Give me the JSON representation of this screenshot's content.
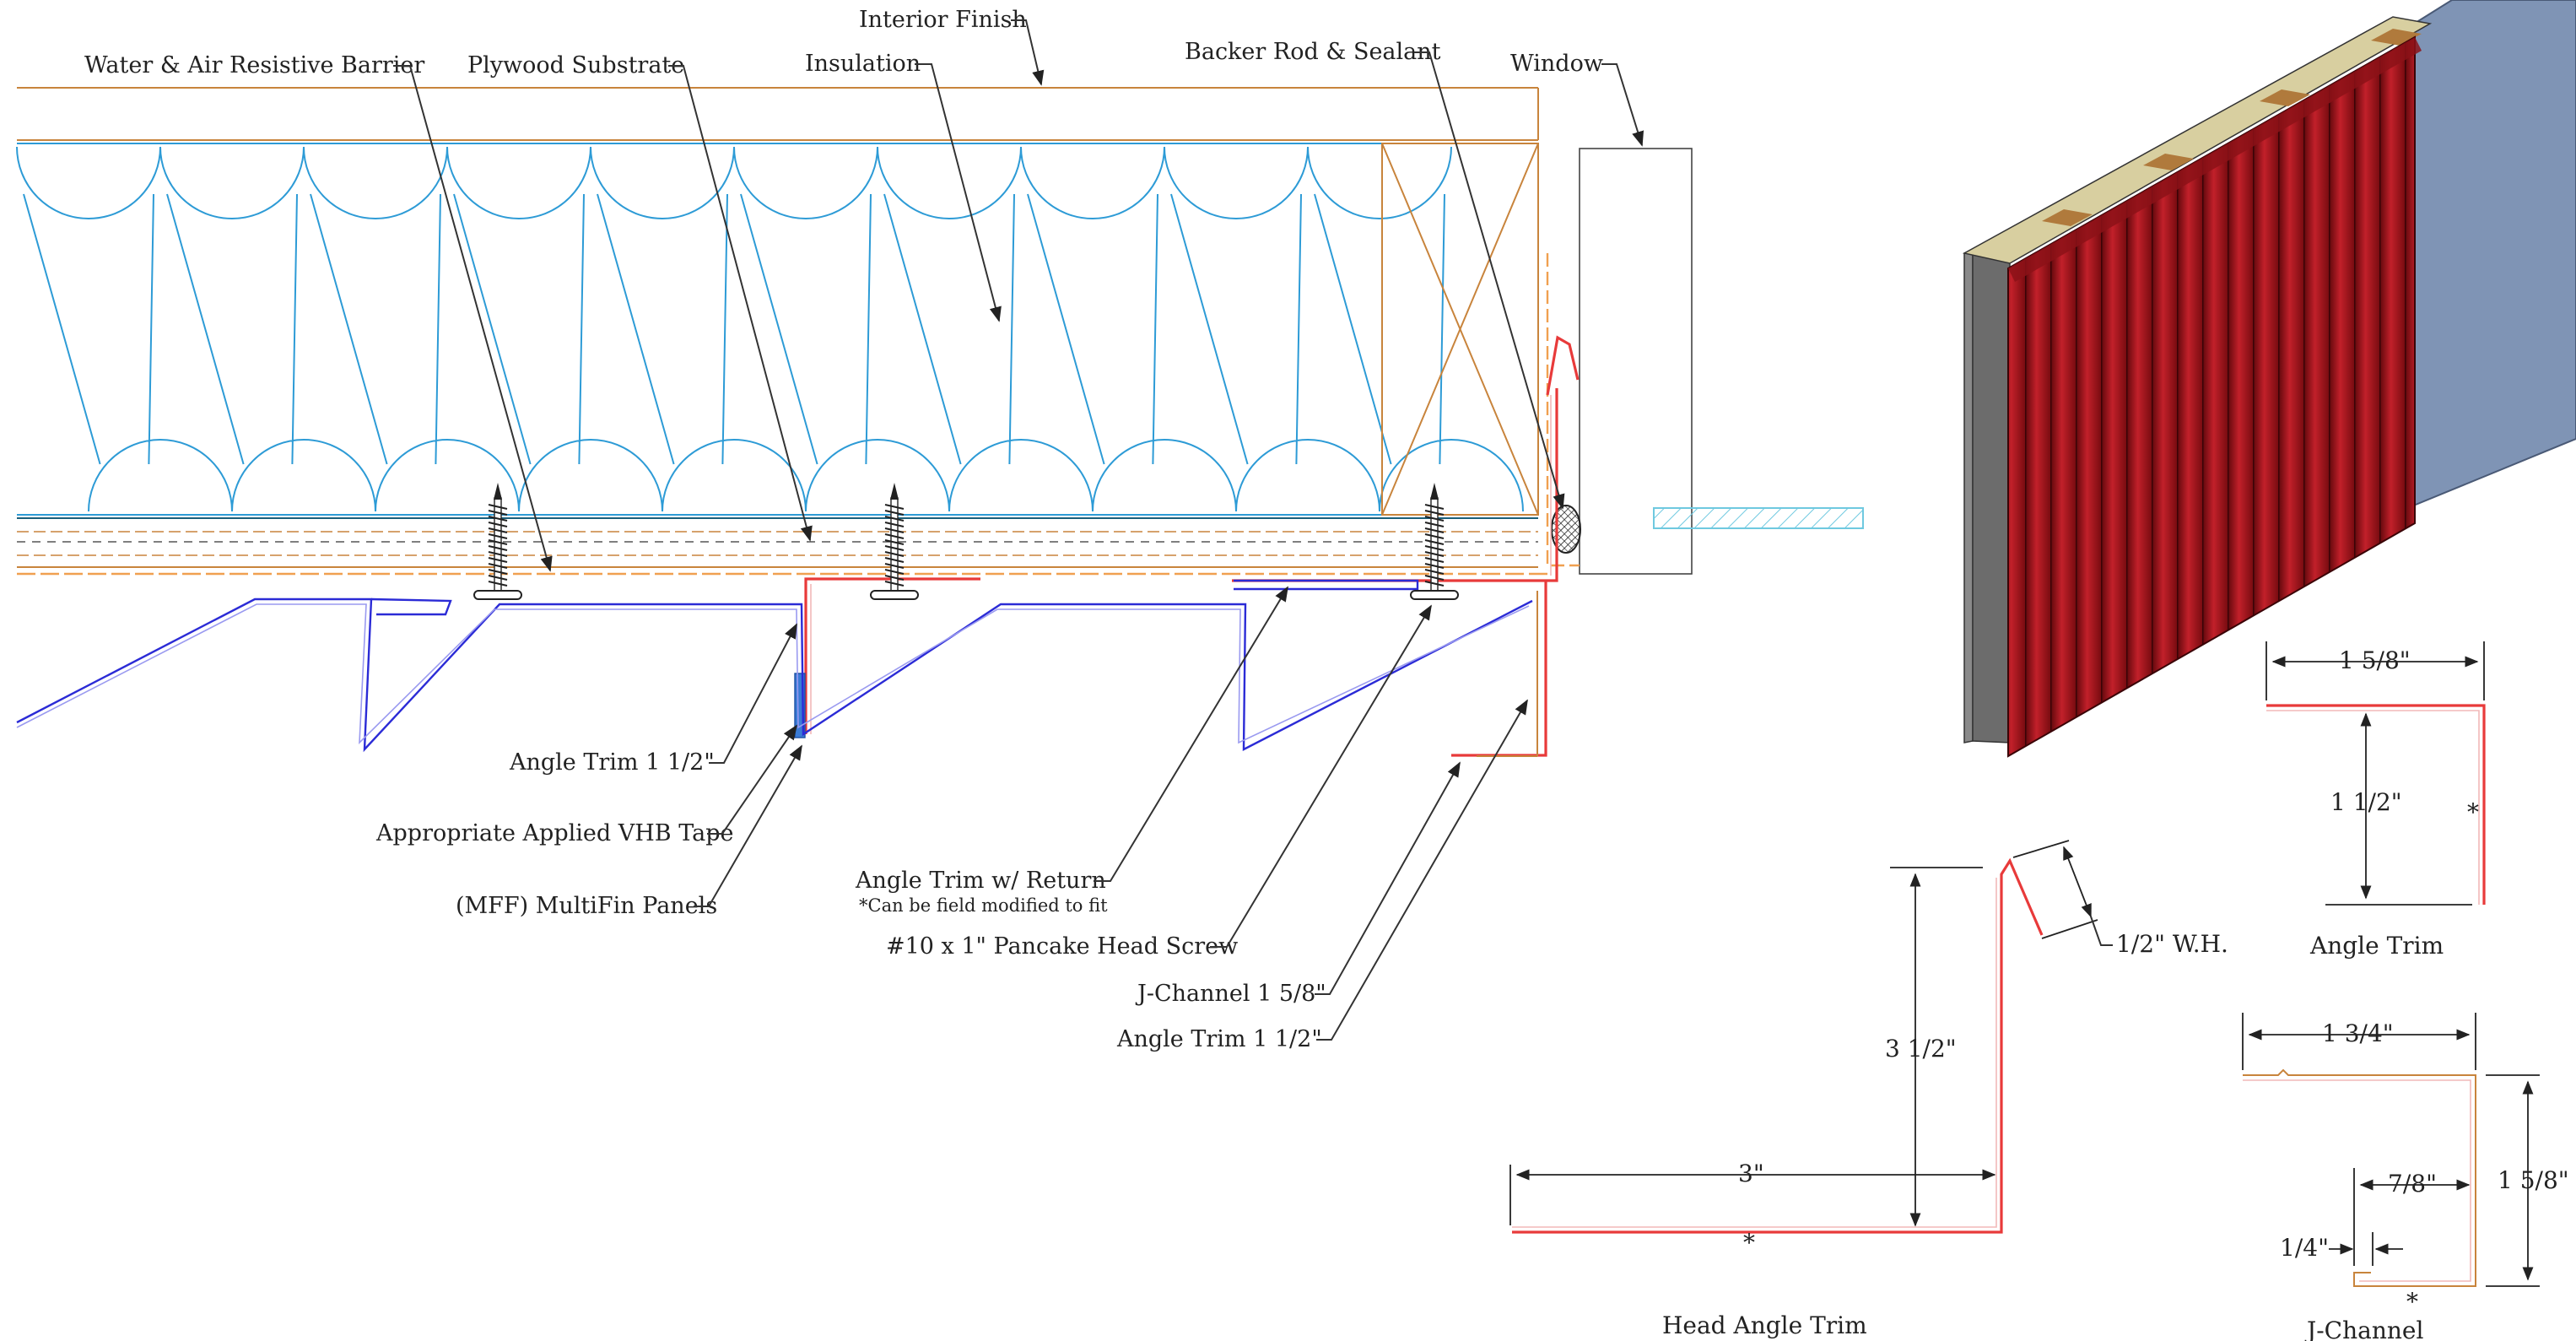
{
  "labels": {
    "interior_finish": "Interior Finish",
    "water_air_barrier": "Water & Air Resistive Barrier",
    "plywood_substrate": "Plywood Substrate",
    "insulation": "Insulation",
    "backer_rod": "Backer Rod & Sealant",
    "window": "Window",
    "angle_trim_1_5": "Angle Trim 1 1/2\"",
    "vhb_tape": "Appropriate Applied VHB Tape",
    "multifin_panels": "(MFF) MultiFin Panels",
    "angle_trim_return": "Angle Trim w/ Return",
    "field_modify_note": "*Can be field modified to fit",
    "pancake_screw": "#10 x 1\" Pancake Head Screw",
    "j_channel_callout": "J-Channel 1 5/8\"",
    "angle_trim_callout": "Angle Trim 1 1/2\""
  },
  "details": {
    "head_angle_trim": {
      "title": "Head Angle Trim",
      "dim_height": "3 1/2\"",
      "dim_width": "3\"",
      "dim_hem": "1/2\" W.H.",
      "mark": "*"
    },
    "angle_trim": {
      "title": "Angle Trim",
      "dim_width": "1 5/8\"",
      "dim_height": "1 1/2\"",
      "mark": "*"
    },
    "j_channel": {
      "title": "J-Channel",
      "dim_width": "1 3/4\"",
      "dim_height": "1 5/8\"",
      "dim_inner": "7/8\"",
      "dim_lip": "1/4\"",
      "mark": "*"
    }
  },
  "colors": {
    "insulation": "#2d9bd6",
    "wood": "#c8843c",
    "trim": "#e83a3a",
    "panel": "#2b2bd6",
    "panel_3d": "#a3141a",
    "window_glass": "#7f94b5",
    "substrate_3d": "#d8cfa0"
  }
}
